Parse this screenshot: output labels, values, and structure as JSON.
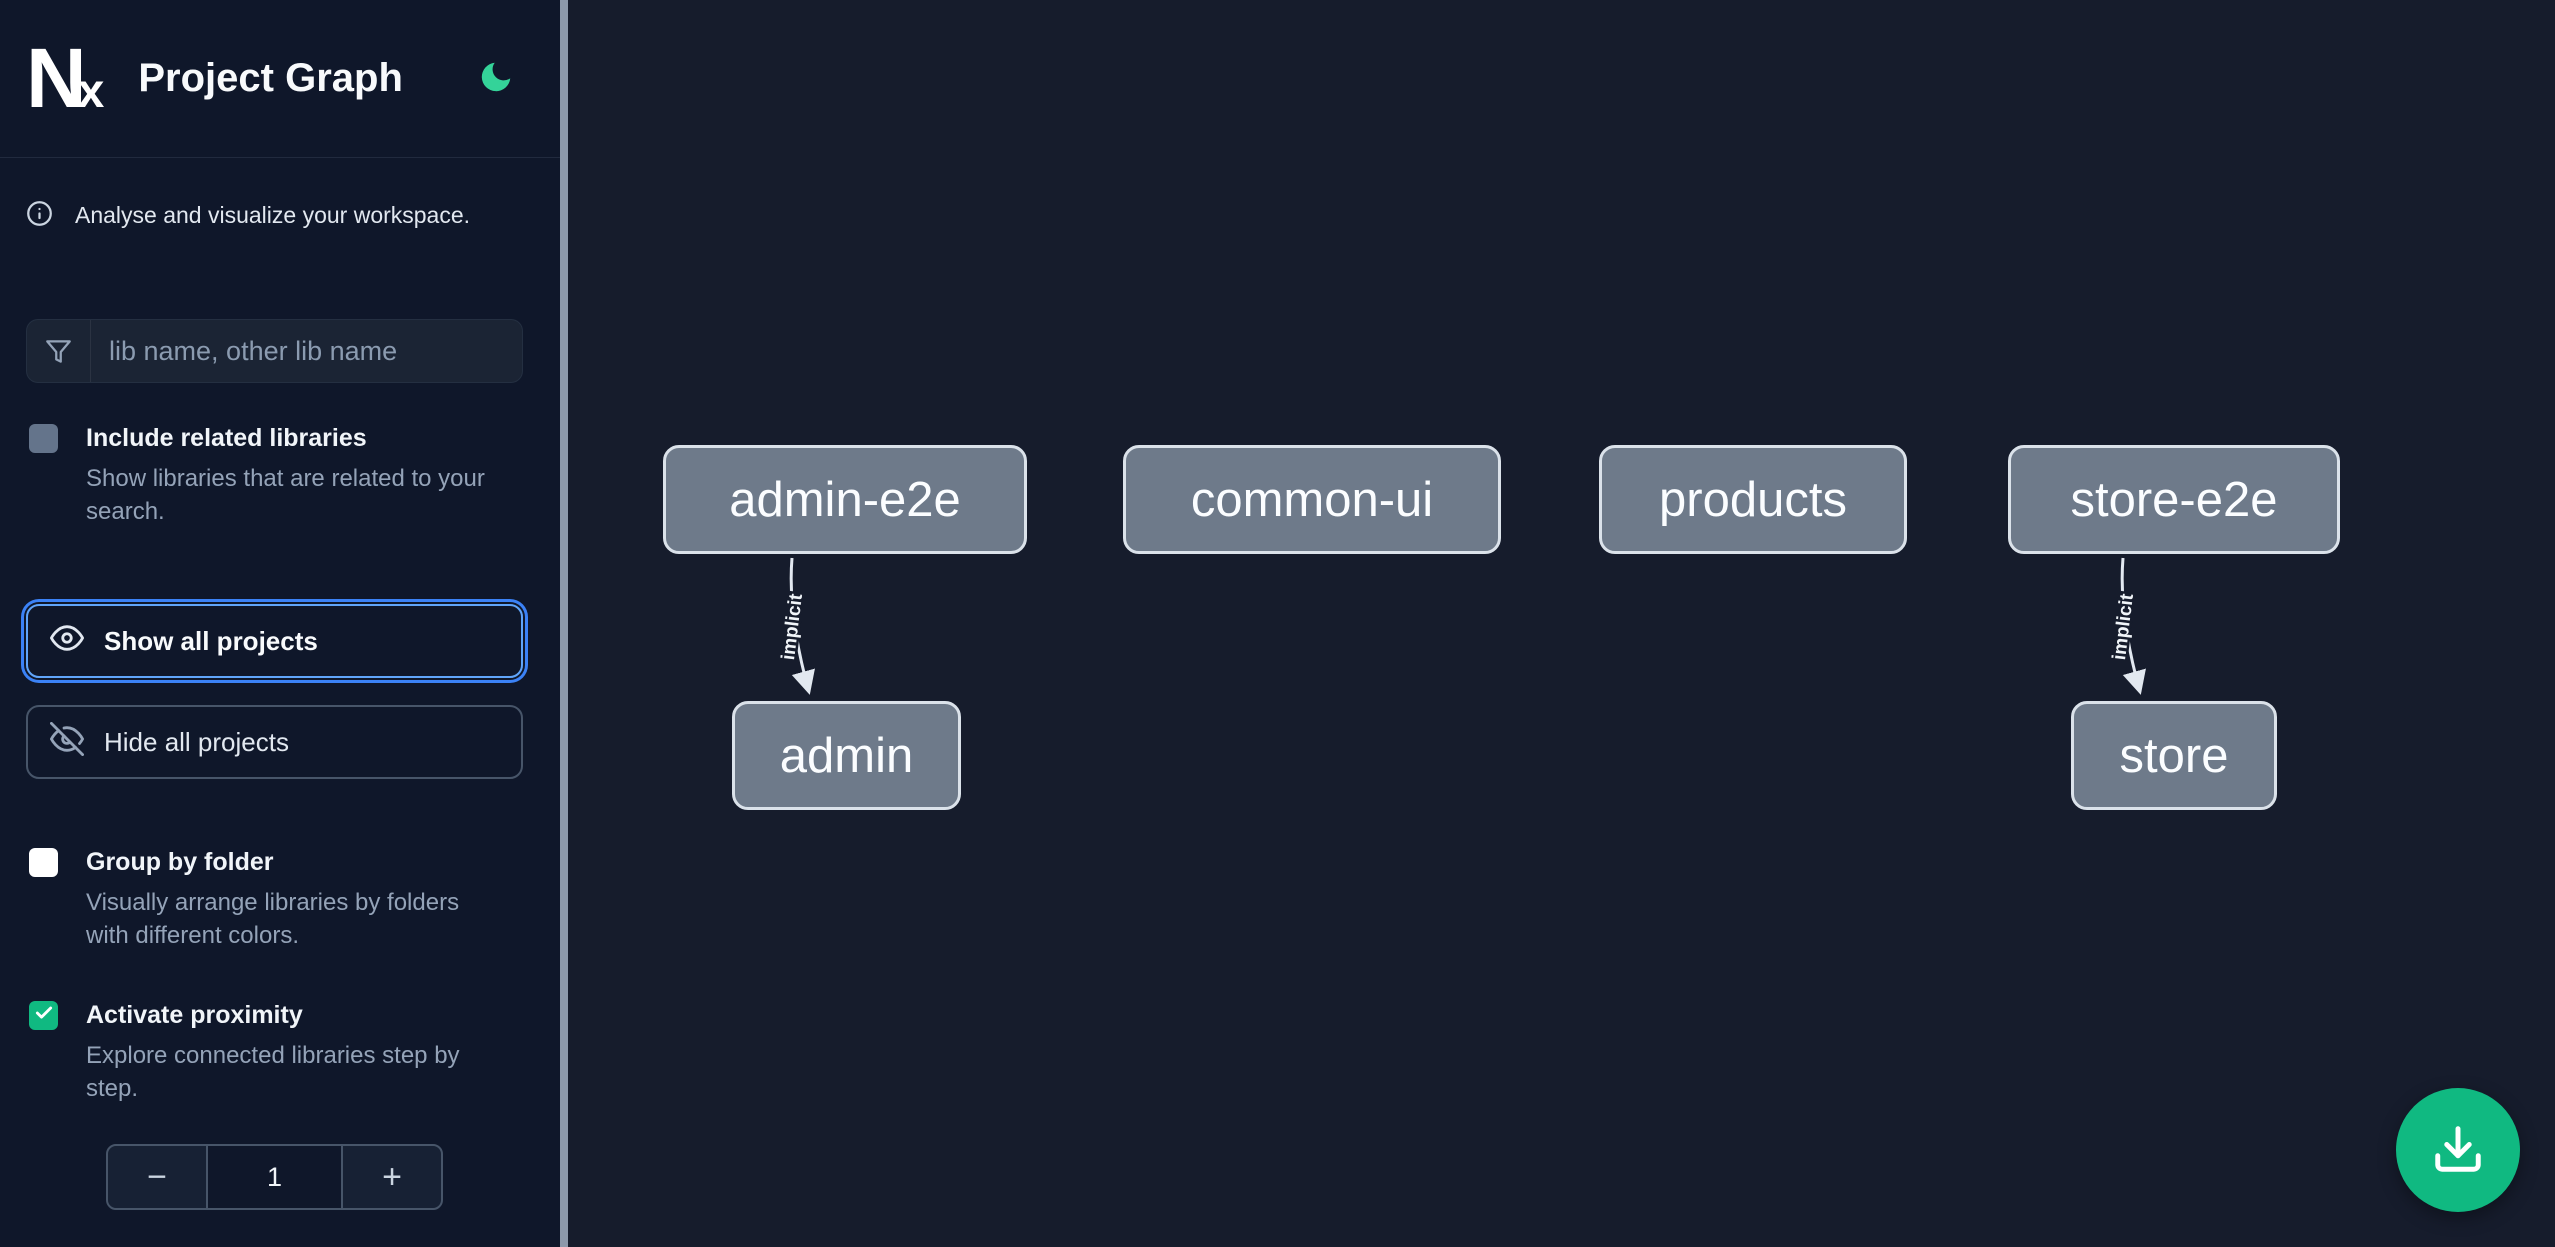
{
  "app": {
    "title": "Project Graph",
    "logo_n": "N",
    "logo_x": "x"
  },
  "sidebar": {
    "tagline": "Analyse and visualize your workspace.",
    "search_placeholder": "lib name, other lib name",
    "include_related": {
      "label": "Include related libraries",
      "description": "Show libraries that are related to your search.",
      "checked": false,
      "disabled": true
    },
    "show_all_label": "Show all projects",
    "hide_all_label": "Hide all projects",
    "group_by_folder": {
      "label": "Group by folder",
      "description": "Visually arrange libraries by folders with different colors.",
      "checked": false
    },
    "activate_proximity": {
      "label": "Activate proximity",
      "description": "Explore connected libraries step by step.",
      "checked": true
    },
    "proximity_stepper": {
      "decrement_label": "−",
      "value": "1",
      "increment_label": "+"
    }
  },
  "graph": {
    "nodes": [
      {
        "label": "admin-e2e"
      },
      {
        "label": "common-ui"
      },
      {
        "label": "products"
      },
      {
        "label": "store-e2e"
      },
      {
        "label": "admin"
      },
      {
        "label": "store"
      }
    ],
    "edges": [
      {
        "from": "admin-e2e",
        "to": "admin",
        "label": "implicit"
      },
      {
        "from": "store-e2e",
        "to": "store",
        "label": "implicit"
      }
    ]
  },
  "icons": {
    "theme": "moon-icon",
    "info": "info-icon",
    "search": "filter-funnel-icon",
    "show": "eye-icon",
    "hide": "eye-off-icon",
    "fab": "download-icon"
  },
  "colors": {
    "sidebar_bg": "#0f172a",
    "canvas_bg": "#161c2c",
    "node_fill": "#6e7a8a",
    "node_border": "#dbe2ea",
    "focus_ring_blue": "#3b82f6",
    "checkbox_checked_green": "#10b981",
    "fab_green": "#10b981",
    "moon_teal": "#34d399"
  }
}
